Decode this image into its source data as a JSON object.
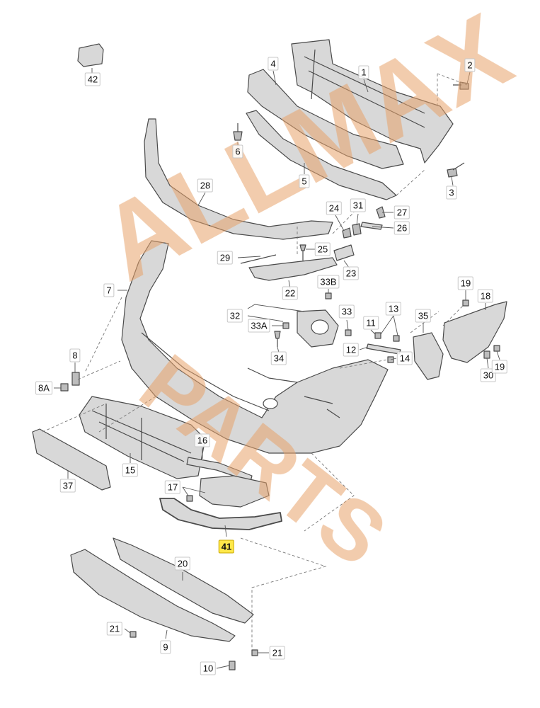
{
  "colors": {
    "part_fill": "#d8d8d8",
    "part_fill_dark": "#bdbdbd",
    "part_stroke": "#4a4a4a",
    "leader": "#555555",
    "highlight": "#ffe84a",
    "watermark": "#e7a36b"
  },
  "watermark": {
    "line1": "ALLMAX",
    "line2": "PARTS"
  },
  "callouts": [
    {
      "id": "c42",
      "label": "42"
    },
    {
      "id": "c4",
      "label": "4"
    },
    {
      "id": "c1",
      "label": "1"
    },
    {
      "id": "c2",
      "label": "2"
    },
    {
      "id": "c6",
      "label": "6"
    },
    {
      "id": "c5",
      "label": "5"
    },
    {
      "id": "c3",
      "label": "3"
    },
    {
      "id": "c28",
      "label": "28"
    },
    {
      "id": "c24",
      "label": "24"
    },
    {
      "id": "c31",
      "label": "31"
    },
    {
      "id": "c27",
      "label": "27"
    },
    {
      "id": "c26",
      "label": "26"
    },
    {
      "id": "c25",
      "label": "25"
    },
    {
      "id": "c29",
      "label": "29"
    },
    {
      "id": "c23",
      "label": "23"
    },
    {
      "id": "c7",
      "label": "7"
    },
    {
      "id": "c33b",
      "label": "33B"
    },
    {
      "id": "c22",
      "label": "22"
    },
    {
      "id": "c19a",
      "label": "19"
    },
    {
      "id": "c18",
      "label": "18"
    },
    {
      "id": "c32",
      "label": "32"
    },
    {
      "id": "c33",
      "label": "33"
    },
    {
      "id": "c13",
      "label": "13"
    },
    {
      "id": "c35",
      "label": "35"
    },
    {
      "id": "c33a",
      "label": "33A"
    },
    {
      "id": "c11",
      "label": "11"
    },
    {
      "id": "c34",
      "label": "34"
    },
    {
      "id": "c12",
      "label": "12"
    },
    {
      "id": "c14",
      "label": "14"
    },
    {
      "id": "c8",
      "label": "8"
    },
    {
      "id": "c30",
      "label": "30"
    },
    {
      "id": "c19b",
      "label": "19"
    },
    {
      "id": "c8a",
      "label": "8A"
    },
    {
      "id": "c16",
      "label": "16"
    },
    {
      "id": "c15",
      "label": "15"
    },
    {
      "id": "c37",
      "label": "37"
    },
    {
      "id": "c17",
      "label": "17"
    },
    {
      "id": "c41",
      "label": "41",
      "highlight": true
    },
    {
      "id": "c20",
      "label": "20"
    },
    {
      "id": "c21a",
      "label": "21"
    },
    {
      "id": "c9",
      "label": "9"
    },
    {
      "id": "c10",
      "label": "10"
    },
    {
      "id": "c21b",
      "label": "21"
    }
  ]
}
